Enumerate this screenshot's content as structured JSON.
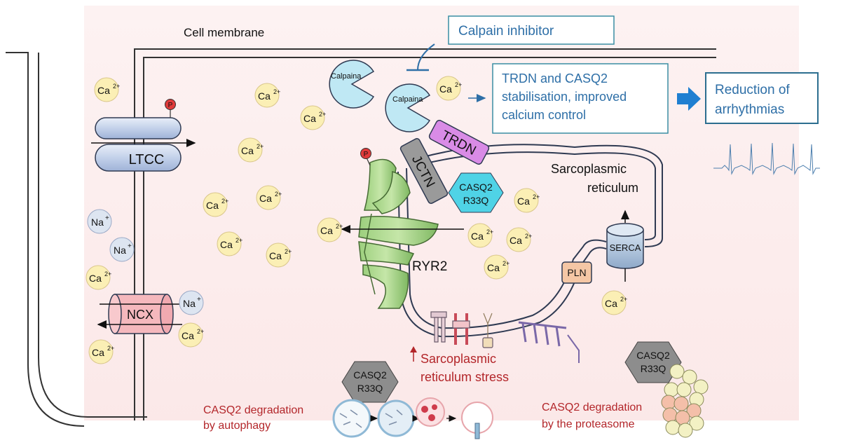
{
  "labels": {
    "cell_membrane": "Cell membrane",
    "calpain_inhibitor": "Calpain inhibitor",
    "calpaina": "Calpaina",
    "trdn_casq2_line1": "TRDN and CASQ2",
    "trdn_casq2_line2": "stabilisation, improved",
    "trdn_casq2_line3": "calcium control",
    "reduction_line1": "Reduction of",
    "reduction_line2": "arrhythmias",
    "ltcc": "LTCC",
    "ncx": "NCX",
    "trdn": "TRDN",
    "jctn": "JCTN",
    "casq2": "CASQ2",
    "r33q": "R33Q",
    "ryr2": "RYR2",
    "sr_line1": "Sarcoplasmic",
    "sr_line2": "reticulum",
    "serca": "SERCA",
    "pln": "PLN",
    "phospho": "P",
    "stress_line1": "Sarcoplasmic",
    "stress_line2": "reticulum stress",
    "autophagy_line1": "CASQ2 degradation",
    "autophagy_line2": "by autophagy",
    "proteasome_line1": "CASQ2 degradation",
    "proteasome_line2": "by the proteasome"
  },
  "ions": {
    "ca": "Ca",
    "ca_sup": "2+",
    "na": "Na",
    "na_sup": "+"
  },
  "colors": {
    "blue_text": "#2e6fa7",
    "red_text": "#b3262a",
    "arrow_blue": "#1f7fd1"
  }
}
